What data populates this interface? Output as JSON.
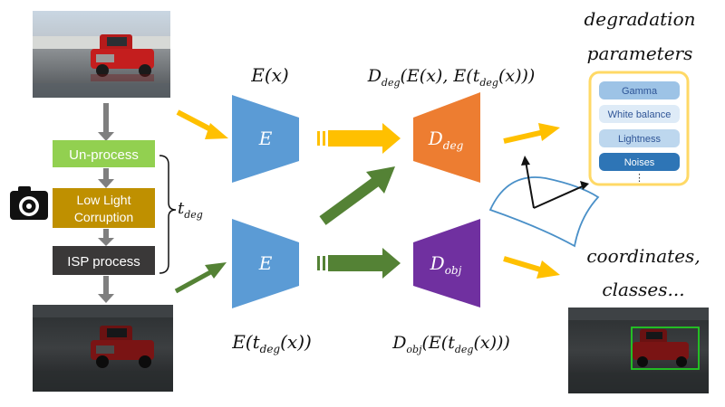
{
  "pipeline": {
    "unprocess": "Un-process",
    "lowlight_line1": "Low Light",
    "lowlight_line2": "Corruption",
    "isp": "ISP process",
    "t_deg_main": "t",
    "t_deg_sub": "deg"
  },
  "encoders": {
    "top_label": "E",
    "bottom_label": "E",
    "top_expr": "E(x)",
    "bottom_expr_parts": [
      "E(t",
      "deg",
      "(x))"
    ]
  },
  "decoders": {
    "deg_main": "D",
    "deg_sub": "deg",
    "obj_main": "D",
    "obj_sub": "obj",
    "top_expr_parts": [
      "D",
      "deg",
      "(E(x), E(t",
      "deg",
      "(x)))"
    ],
    "bottom_expr_parts": [
      "D",
      "obj",
      "(E(t",
      "deg",
      "(x)))"
    ]
  },
  "outputs": {
    "deg_title_line1": "degradation",
    "deg_title_line2": "parameters",
    "params": [
      "Gamma",
      "White balance",
      "Lightness",
      "Noises"
    ],
    "ellipsis": "⋮",
    "obj_title_line1": "coordinates,",
    "obj_title_line2": "classes..."
  },
  "colors": {
    "encoder": "#5b9bd5",
    "decoder_deg": "#ed7d31",
    "decoder_obj": "#7030a0",
    "arrow_yellow": "#ffc000",
    "arrow_green": "#548235",
    "unprocess": "#92d050",
    "lowlight": "#bf9000",
    "isp": "#3a3838",
    "param_border": "#ffd966",
    "bbox": "#22cc22"
  }
}
